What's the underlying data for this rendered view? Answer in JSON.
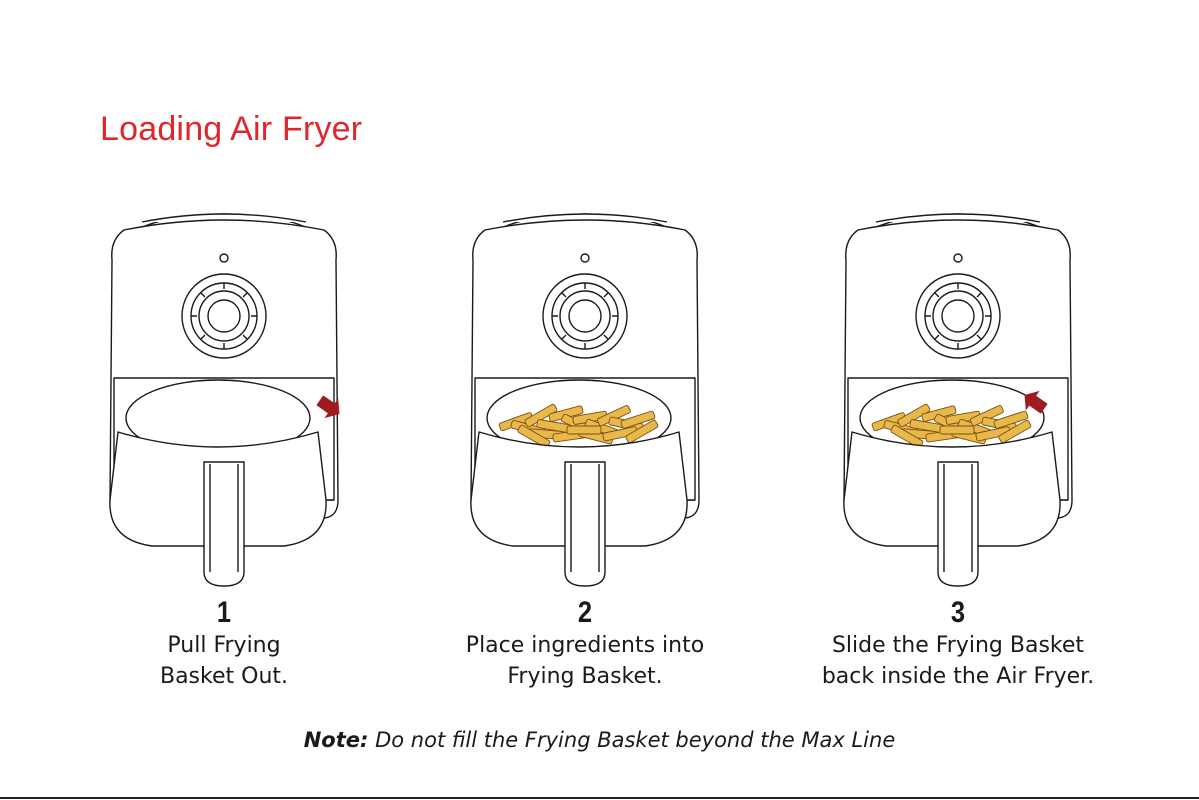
{
  "page": {
    "title": "Loading Air Fryer"
  },
  "colors": {
    "accent": "#e0262b",
    "arrow": "#9e1b22",
    "fries_fill": "#e8b84a",
    "fries_stroke": "#7a4f12",
    "line": "#1a1a1a"
  },
  "steps": [
    {
      "number": "1",
      "text": "Pull Frying\n Basket Out.",
      "icon": "air-fryer-pull-out-icon",
      "fries": false,
      "arrow": "out"
    },
    {
      "number": "2",
      "text": "Place ingredients into\nFrying Basket.",
      "icon": "air-fryer-fill-basket-icon",
      "fries": true,
      "arrow": "none"
    },
    {
      "number": "3",
      "text": "Slide the Frying Basket\nback inside the Air Fryer.",
      "icon": "air-fryer-slide-in-icon",
      "fries": true,
      "arrow": "in"
    }
  ],
  "note": {
    "label": "Note:",
    "text": " Do not fill the Frying Basket beyond the Max Line"
  }
}
